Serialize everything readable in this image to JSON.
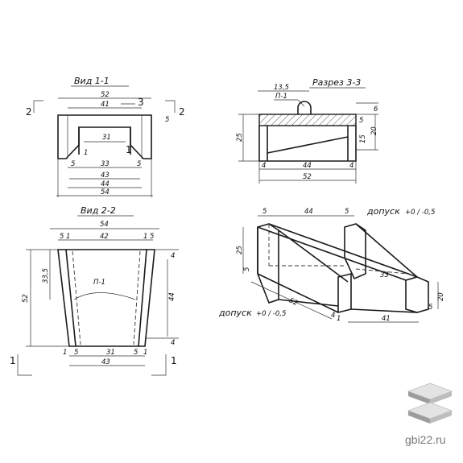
{
  "views": {
    "view11": {
      "title": "Вид 1-1",
      "dims": {
        "d52": "52",
        "d41": "41",
        "d5": "5",
        "d31": "31",
        "d1": "1",
        "d33": "33",
        "d43": "43",
        "d44": "44",
        "d54": "54"
      },
      "marks": {
        "s2": "2",
        "s3": "3",
        "s1": "1"
      }
    },
    "view22": {
      "title": "Вид 2-2",
      "dims": {
        "d54": "54",
        "d5": "5",
        "d1": "1",
        "d42": "42",
        "d335": "33,5",
        "d52": "52",
        "d4": "4",
        "d44": "44",
        "d31": "31",
        "d43": "43"
      },
      "marks": {
        "s1": "1"
      },
      "callout": "П-1"
    },
    "section33": {
      "title": "Разрез 3-3",
      "callout": "П-1",
      "dims": {
        "d135": "13,5",
        "d6": "6",
        "d5": "5",
        "d15": "15",
        "d20": "20",
        "d25": "25",
        "d4": "4",
        "d44": "44",
        "d52": "52"
      }
    },
    "iso": {
      "tolerance_top": "допуск",
      "tolerance_top_val": "+0 / -0,5",
      "tolerance_bottom": "допуск",
      "tolerance_bottom_val": "+0 / -0,5",
      "dims": {
        "d5": "5",
        "d44": "44",
        "d25": "25",
        "d51": "5",
        "d52": "52",
        "d33": "33",
        "d20": "20",
        "d41": "41",
        "d4": "4",
        "d1": "1"
      }
    }
  },
  "watermark": {
    "text": "gbi22.ru",
    "logo_icon": "stacked-slabs-icon"
  }
}
